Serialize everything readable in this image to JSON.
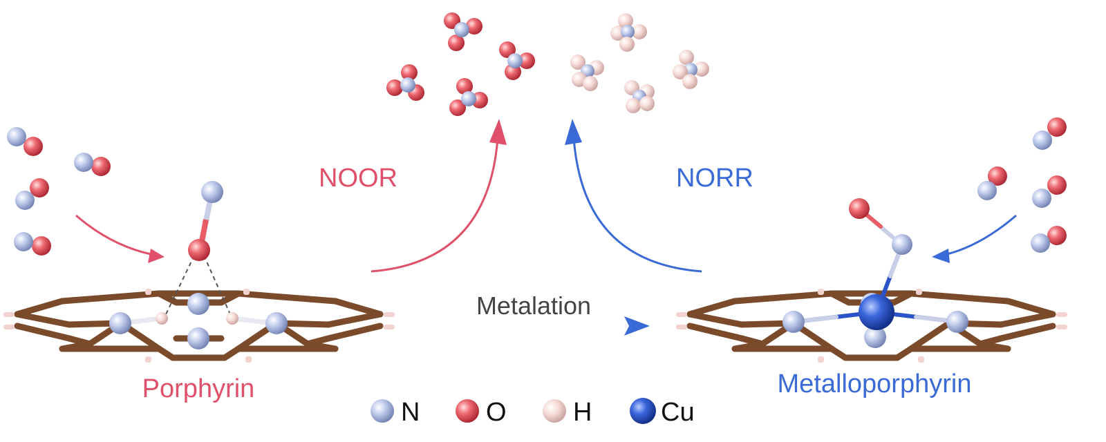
{
  "labels": {
    "noor": "NOOR",
    "norr": "NORR",
    "metalation": "Metalation",
    "porphyrin": "Porphyrin",
    "metalloporphyrin": "Metalloporphyrin"
  },
  "legend": [
    {
      "element": "N",
      "color": "#a9b6dd"
    },
    {
      "element": "O",
      "color": "#e85c66"
    },
    {
      "element": "H",
      "color": "#f2d3cf"
    },
    {
      "element": "Cu",
      "color": "#2a52c9"
    }
  ],
  "colors": {
    "noor": "#e0506a",
    "norr": "#3a6ad6",
    "bond": "#7a4a2a",
    "text_dark": "#444444",
    "nitrogen": "#a9b6dd",
    "oxygen": "#e85c66",
    "hydrogen": "#f2d3cf",
    "copper": "#2a52c9"
  },
  "icons": {
    "noor_arrow": "curved-arrow-up",
    "norr_arrow": "curved-arrow-up",
    "metalation_arrow": "dashed-arrow-right"
  }
}
